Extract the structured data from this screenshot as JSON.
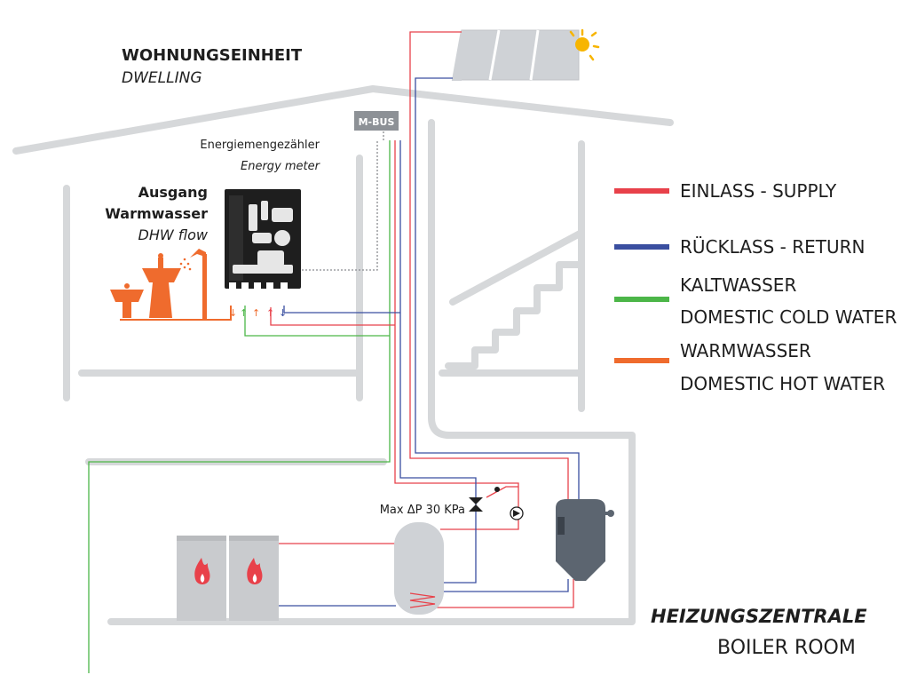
{
  "dwelling": {
    "title": "WOHNUNGSEINHEIT",
    "subtitle": "DWELLING"
  },
  "energy_meter": {
    "label_de": "Energiemengezähler",
    "label_en": "Energy meter"
  },
  "mbus": {
    "label": "M-BUS"
  },
  "dhw": {
    "line1": "Ausgang",
    "line2": "Warmwasser",
    "line3": "DHW flow"
  },
  "legend": {
    "items": [
      {
        "line1": "EINLASS - SUPPLY",
        "line2": "",
        "color": "#e8414a"
      },
      {
        "line1": "RÜCKLASS - RETURN",
        "line2": "",
        "color": "#3a4fa0"
      },
      {
        "line1": "KALTWASSER",
        "line2": "DOMESTIC COLD WATER",
        "color": "#4cb648"
      },
      {
        "line1": "WARMWASSER",
        "line2": "DOMESTIC HOT WATER",
        "color": "#ef6b2d"
      }
    ]
  },
  "valve": {
    "label": "Max ΔP 30 KPa"
  },
  "boiler_room": {
    "title": "HEIZUNGSZENTRALE",
    "subtitle": "BOILER ROOM"
  },
  "colors": {
    "supply": "#e8414a",
    "return": "#3a4fa0",
    "cold": "#4cb648",
    "hot": "#ef6b2d",
    "wall": "#d6d8da",
    "dark": "#2a2a2a"
  }
}
